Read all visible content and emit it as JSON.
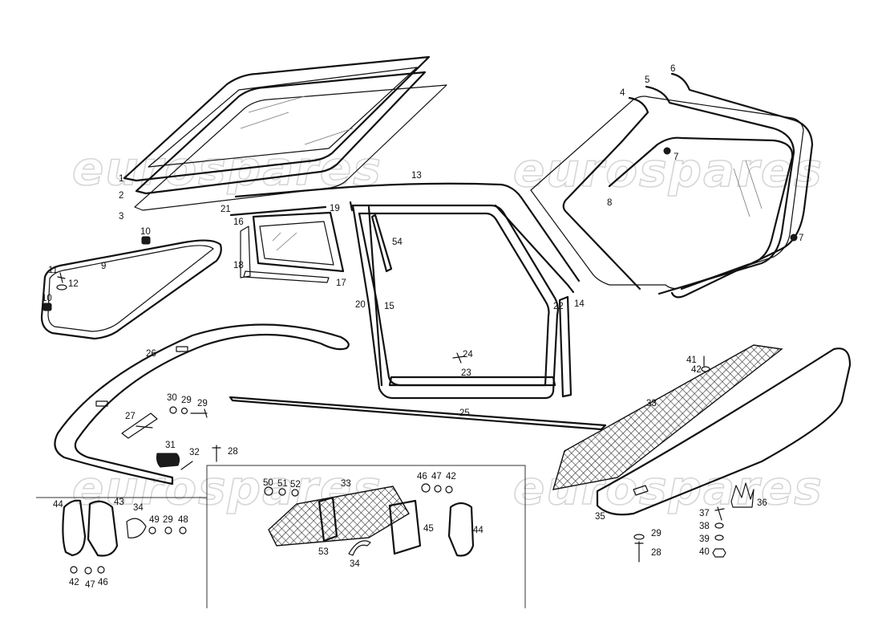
{
  "watermark": {
    "text": "eurospares",
    "color": "#d6d6d6"
  },
  "callouts": {
    "c1": "1",
    "c2": "2",
    "c3": "3",
    "c4": "4",
    "c5": "5",
    "c6": "6",
    "c7a": "7",
    "c7b": "7",
    "c8": "8",
    "c9": "9",
    "c10a": "10",
    "c10b": "10",
    "c11": "11",
    "c12": "12",
    "c13": "13",
    "c14": "14",
    "c15": "15",
    "c16": "16",
    "c17": "17",
    "c18": "18",
    "c19": "19",
    "c20": "20",
    "c21": "21",
    "c22": "22",
    "c23": "23",
    "c24": "24",
    "c25": "25",
    "c26": "26",
    "c27": "27",
    "c28a": "28",
    "c28b": "28",
    "c29a": "29",
    "c29b": "29",
    "c29c": "29",
    "c29d": "29",
    "c30": "30",
    "c31": "31",
    "c32": "32",
    "c33a": "33",
    "c33b": "33",
    "c34a": "34",
    "c34b": "34",
    "c35": "35",
    "c36": "36",
    "c37": "37",
    "c38": "38",
    "c39": "39",
    "c40": "40",
    "c41": "41",
    "c42a": "42",
    "c42b": "42",
    "c42c": "42",
    "c43": "43",
    "c44a": "44",
    "c44b": "44",
    "c45": "45",
    "c46a": "46",
    "c46b": "46",
    "c47a": "47",
    "c47b": "47",
    "c48": "48",
    "c49": "49",
    "c50": "50",
    "c51": "51",
    "c52": "52",
    "c53": "53",
    "c54": "54"
  }
}
